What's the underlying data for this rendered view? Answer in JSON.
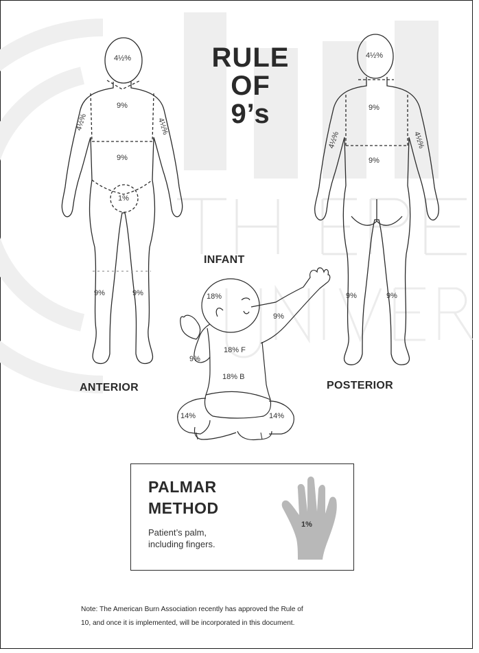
{
  "title": [
    "RULE",
    "OF",
    "9’s"
  ],
  "adult_anterior": {
    "label": "ANTERIOR",
    "regions": {
      "head": "4½%",
      "chest": "9%",
      "abdomen": "9%",
      "left_arm": "4½%",
      "right_arm": "4½%",
      "perineum": "1%",
      "left_leg": "9%",
      "right_leg": "9%"
    }
  },
  "adult_posterior": {
    "label": "POSTERIOR",
    "regions": {
      "head": "4½%",
      "upper_back": "9%",
      "lower_back": "9%",
      "left_arm": "4½%",
      "right_arm": "4½%",
      "left_leg": "9%",
      "right_leg": "9%"
    }
  },
  "infant": {
    "label": "INFANT",
    "regions": {
      "head": "18%",
      "front_torso": "18% F",
      "back_torso": "18% B",
      "left_arm": "9%",
      "right_arm": "9%",
      "left_leg": "14%",
      "right_leg": "14%"
    }
  },
  "palmar": {
    "title": [
      "PALMAR",
      "METHOD"
    ],
    "description": [
      "Patient’s palm,",
      "including fingers."
    ],
    "value": "1%"
  },
  "note": [
    "Note: The American Burn Association recently has approved the Rule of",
    "10, and once it is implemented, will be incorporated in this document."
  ],
  "colors": {
    "line": "#2a2a2a",
    "hand": "#b8b8b8",
    "watermark": "#ebebeb"
  }
}
